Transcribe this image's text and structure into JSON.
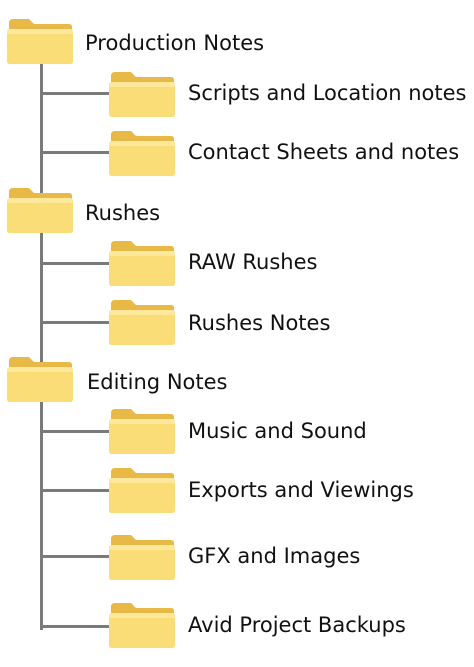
{
  "tree": {
    "groups": [
      {
        "label": "Production Notes",
        "children": [
          {
            "label": "Scripts and Location notes"
          },
          {
            "label": "Contact Sheets and notes"
          }
        ]
      },
      {
        "label": "Rushes",
        "children": [
          {
            "label": "RAW Rushes"
          },
          {
            "label": "Rushes Notes"
          }
        ]
      },
      {
        "label": "Editing Notes",
        "children": [
          {
            "label": "Music and Sound"
          },
          {
            "label": "Exports and Viewings"
          },
          {
            "label": "GFX and Images"
          },
          {
            "label": "Avid Project Backups"
          }
        ]
      }
    ]
  },
  "colors": {
    "folder_back": "#E9B947",
    "folder_front": "#FBDD78",
    "connector": "#7A7A7A"
  },
  "icons": {
    "folder": "folder-icon"
  }
}
